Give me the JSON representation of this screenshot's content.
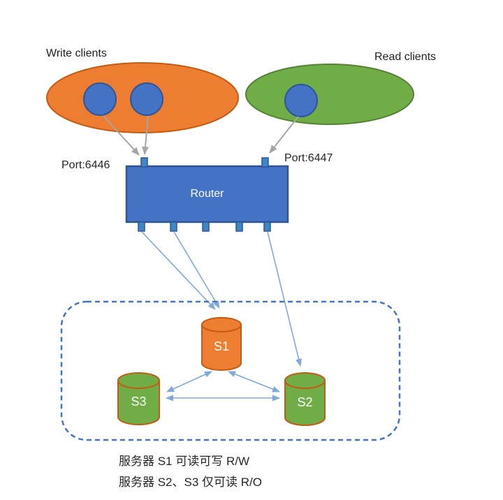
{
  "diagram": {
    "write_cluster": {
      "label": "Write clients",
      "client_count": 2
    },
    "read_cluster": {
      "label": "Read clients",
      "client_count": 1
    },
    "router": {
      "label": "Router",
      "left_port_label": "Port:6446",
      "right_port_label": "Port:6447"
    },
    "servers": [
      {
        "id": "S1"
      },
      {
        "id": "S2"
      },
      {
        "id": "S3"
      }
    ],
    "notes": [
      "服务器 S1 可读可写 R/W",
      "服务器 S2、S3 仅可读 R/O"
    ],
    "colors": {
      "orange_fill": "#ED7D31",
      "orange_border": "#C55A11",
      "green_fill": "#70AD47",
      "green_border": "#548235",
      "blue_fill": "#4472C4",
      "blue_border": "#2F5597",
      "port_fill": "#3D87C9",
      "connector_blue": "#7FA8DC",
      "gray_arrow": "#A6A6A6",
      "dashed_border": "#4472C4"
    }
  }
}
